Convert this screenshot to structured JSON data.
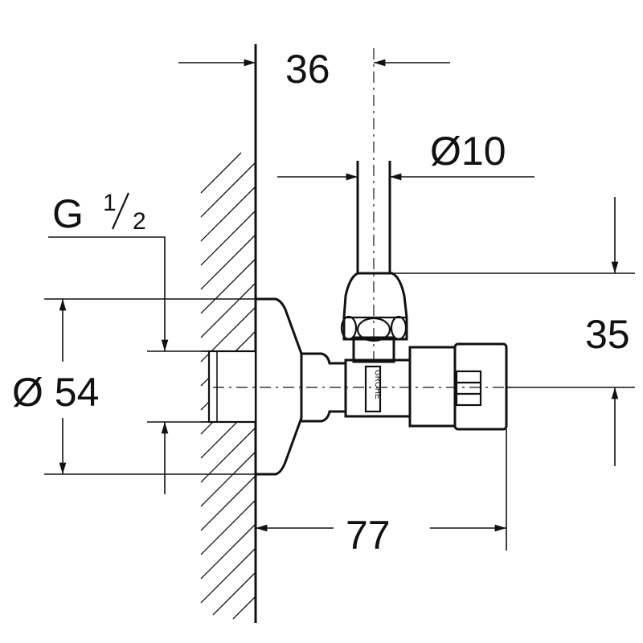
{
  "dimensions": {
    "offset_36": "36",
    "pipe_diameter": "Ø10",
    "thread_g": "G",
    "thread_num": "1",
    "thread_den": "2",
    "flange_diameter": "Ø 54",
    "height_35": "35",
    "length_77": "77"
  },
  "labels": {
    "brand_stamp": "GROHE"
  }
}
